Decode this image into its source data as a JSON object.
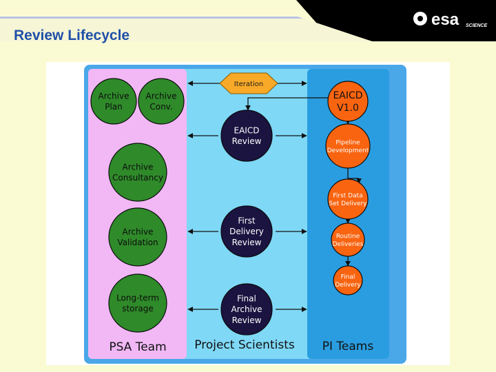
{
  "slide": {
    "title": "Review Lifecycle",
    "logo": {
      "text": "esa",
      "subtext": "SCIENCE"
    }
  },
  "diagram": {
    "lanes": {
      "psa": "PSA Team",
      "project": "Project Scientists",
      "pi": "PI Teams"
    },
    "psa_nodes": [
      {
        "id": "archive-plan",
        "lines": [
          "Archive",
          "Plan"
        ]
      },
      {
        "id": "archive-conv",
        "lines": [
          "Archive",
          "Conv."
        ]
      },
      {
        "id": "archive-consultancy",
        "lines": [
          "Archive",
          "Consultancy"
        ]
      },
      {
        "id": "archive-validation",
        "lines": [
          "Archive",
          "Validation"
        ]
      },
      {
        "id": "long-term-storage",
        "lines": [
          "Long-term",
          "storage"
        ]
      }
    ],
    "review_nodes": [
      {
        "id": "eaicd-review",
        "lines": [
          "EAICD",
          "Review"
        ]
      },
      {
        "id": "first-delivery-review",
        "lines": [
          "First",
          "Delivery",
          "Review"
        ]
      },
      {
        "id": "final-archive-review",
        "lines": [
          "Final",
          "Archive",
          "Review"
        ]
      }
    ],
    "pi_nodes": [
      {
        "id": "eaicd-v1",
        "lines": [
          "EAICD",
          "V1.0"
        ]
      },
      {
        "id": "pipeline-development",
        "lines": [
          "Pipeline",
          "Development"
        ]
      },
      {
        "id": "first-data-set-delivery",
        "lines": [
          "First Data",
          "Set Delivery"
        ]
      },
      {
        "id": "routine-deliveries",
        "lines": [
          "Routine",
          "Deliveries"
        ]
      },
      {
        "id": "final-delivery",
        "lines": [
          "Final",
          "Delivery"
        ]
      }
    ],
    "iteration": "Iteration",
    "colors": {
      "psa_lane": "#f1b8f5",
      "project_lane": "#7fd8f6",
      "pi_lane": "#2a9de0",
      "outer": "#4aa7e8",
      "green_node": "#2f8a2a",
      "navy_node": "#1b1340",
      "orange_node": "#f96410",
      "iteration": "#f8a928"
    }
  }
}
